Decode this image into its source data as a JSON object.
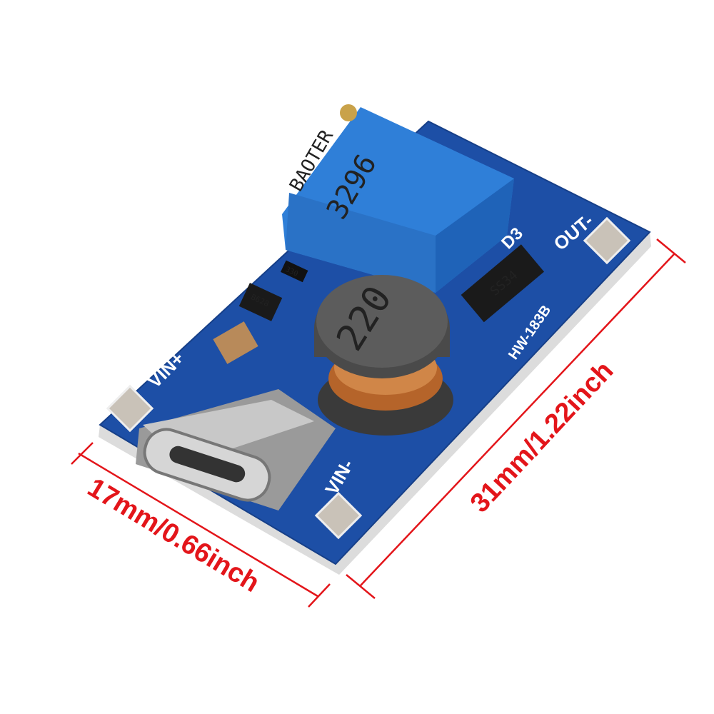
{
  "dimensions": {
    "width_label": "17mm/0.66inch",
    "length_label": "31mm/1.22inch",
    "color": "#e3151a"
  },
  "board": {
    "model": "HW-183B",
    "labels": {
      "vin_plus": "VIN+",
      "vin_minus": "VIN-",
      "out_minus": "OUT-",
      "diode": "D3"
    },
    "inductor_marking": "220",
    "diode_marking": "SS34",
    "ic_marking": "B628",
    "resistor_marking": "330",
    "potentiometer_marking": "3296",
    "potentiometer_brand": "BAOTER",
    "pcb_color": "#1d4fa6",
    "potentiometer_color": "#2f7fd8"
  }
}
